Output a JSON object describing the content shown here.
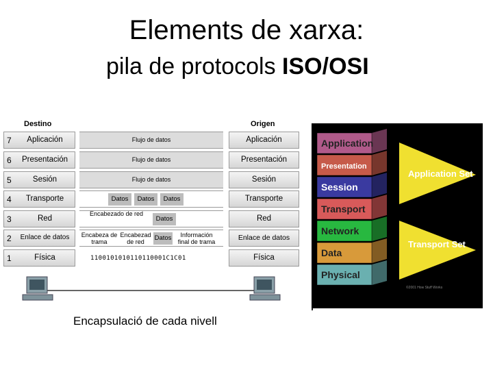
{
  "title": "Elements de xarxa:",
  "subtitle_pre": "pila de protocols ",
  "subtitle_bold": "ISO/OSI",
  "caption": "Encapsulació de cada nivell",
  "osi_diagram": {
    "destination_label": "Destino",
    "origin_label": "Origen",
    "layers": [
      {
        "num": "7",
        "name": "Aplicación"
      },
      {
        "num": "6",
        "name": "Presentación"
      },
      {
        "num": "5",
        "name": "Sesión"
      },
      {
        "num": "4",
        "name": "Transporte"
      },
      {
        "num": "3",
        "name": "Red"
      },
      {
        "num": "2",
        "name": "Enlace de datos"
      },
      {
        "num": "1",
        "name": "Física"
      }
    ],
    "flow_label": "Flujo de datos",
    "data_label": "Datos",
    "net_header": "Encabezado de red",
    "frame_header": "Encabeza de trama",
    "net_header2": "Encabezad de red",
    "frame_info": "Información final de trama",
    "bits": "1100101010110110001C1C01"
  },
  "stack_diagram": {
    "layers": [
      "Application",
      "Presentation",
      "Session",
      "Transport",
      "Network",
      "Data",
      "Physical"
    ],
    "application_set": "Application Set",
    "transport_set": "Transport Set",
    "copyright": "©2001 How Stuff Works",
    "colors": {
      "application": "#b05a8a",
      "presentation": "#c65a4a",
      "session": "#3a3aa0",
      "transport": "#d85a5a",
      "network": "#28b840",
      "data": "#d89a3a",
      "physical": "#6ab0b0",
      "arrow": "#f0e030"
    }
  }
}
